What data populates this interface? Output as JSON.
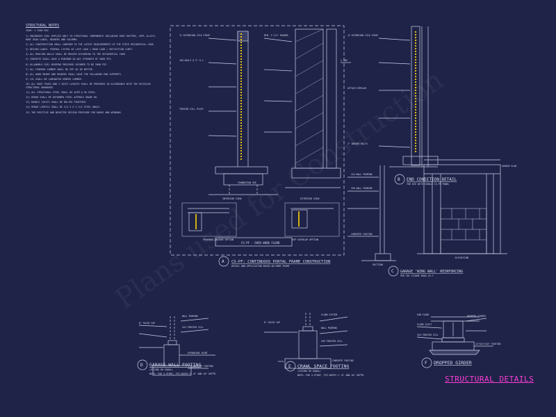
{
  "sheet_title": "STRUCTURAL DETAILS",
  "watermark": "Plans used for Construction",
  "notes": {
    "heading": "STRUCTURAL NOTES",
    "subheading": "YEAR: 1 YEAR REV",
    "paragraphs": [
      "1) ENGINEERS SEAL APPLIES ONLY TO STRUCTURAL COMPONENTS INCLUDING ROOF RAFTERS, APPL ALLEYS, ROOF DEAD LOADS, HEADERS AND COLUMNS.",
      "2) ALL CONSTRUCTION SHALL CONFORM TO THE LATEST REQUIREMENTS OF THE STATE RESIDENTIAL CODE.",
      "3) DESIGN LOADS: FEDERAL LISTED AS LIVE LOAD / DEAD LOAD / DEFLECTION LIMIT.",
      "4) ALL BRACING WALLS SHALL BE BRACED ACCORDING TO THE RESIDENTIAL CODE.",
      "5) CONCRETE SHALL HAVE A MINIMUM 28 DAY STRENGTH OF 3000 PSI.",
      "6) ALLOWABLE SOIL BEARING PRESSURE ASSUMED TO BE 2000 PSF.",
      "7) ALL FRAMING LUMBER SHALL BE SPF #2 OR BETTER.",
      "8) ALL WOOD BEAMS AND HEADERS SHALL HAVE THE FOLLOWING END SUPPORTS.",
      "9) LVL SHALL BE LAMINATED VENEER LUMBER.",
      "10) ALL ROOF TRUSS AND I-JOIST LAYOUTS SHALL BE PREPARED IN ACCORDANCE WITH THE DETAILED STRUCTURAL DRAWINGS.",
      "11) ALL STRUCTURAL STEEL SHALL BE ASTM A-36 STEEL.",
      "12) REBAR SHALL BE DEFORMED STEEL ASTM615 GRADE 60.",
      "13) DOUBLE JOISTS SHALL BE BOLTED TOGETHER.",
      "14) REBAR LINTELS SHALL BE 3/4 X 6 X 3/4 STEEL ANGLE.",
      "15) THE POSITIVE AND NEGATIVE DESIGN PRESSURE FOR DOORS AND WINDOWS."
    ]
  },
  "details": {
    "portal": {
      "marker": "A",
      "title": "CS-PF: CONTINUOUS PORTAL FRAME CONSTRUCTION",
      "subtitle": "DETAIL AND APPLICATION BASED ON HOME FRAME",
      "interior_view": "INTERIOR VIEW",
      "exterior_view": "EXTERIOR VIEW",
      "anchor_label": "FRAMING ANCHOR OPTION",
      "overlap_label": "SSP OVERLAP OPTION",
      "sub_caption": "CS-PF - OVER WOOD FLOOR",
      "labels": [
        "12 EXTENSION CS16 STRAP",
        "16D NAILS @ 3\" O.C.",
        "MIN. 3 1/2\" HEADER",
        "TREATED SILL PLATE",
        "FOUNDATION SEE",
        "2 16D"
      ]
    },
    "end_condition": {
      "marker": "B",
      "title": "END CONDITION DETAIL",
      "subtitle": "FOR USE WITH SINGLE CS-PF PANEL",
      "labels": [
        "12 EXTENSION CS16 STRAP",
        "ATTACH SIMILAR",
        "2\" ANCHOR BOLTS"
      ]
    },
    "wing_wall": {
      "marker": "C",
      "title": "GARAGE 'WING WALL' REINFORCING",
      "subtitle": "PER IRC FIGURE R602.10.7",
      "section_label": "SECTION",
      "elevation_label": "ELEVATION",
      "labels": [
        "2X4 WALL FRAMING",
        "2X6 WALL FRAMING",
        "CONCRETE FOOTING",
        "GARAGE SLAB"
      ]
    },
    "garage_footing": {
      "marker": "D",
      "title": "GARAGE WALL FOOTING",
      "subtitle": "(SIZING OR EQUAL)",
      "note": "NOTE: FOR 3-STORY, FTG WIDTH 1'-8\" AND 10\" DEPTH",
      "labels": [
        "8\" SOLID CAP",
        "WALL FRAMING",
        "2X4 TREATED SILL",
        "EXPANSION JOINT",
        "CONCRETE FOOTING"
      ]
    },
    "crawl_footing": {
      "marker": "E",
      "title": "CRAWL SPACE FOOTING",
      "subtitle": "(SIZING OR EQUAL)",
      "note": "NOTE: FOR 3-STORY, FTG WIDTH 1'-8\" AND 10\" DEPTH",
      "labels": [
        "8\" SOLID CAP",
        "FLOOR SYSTEM",
        "WALL FRAMING",
        "2X6 TREATED SILL",
        "CONCRETE FOOTING"
      ]
    },
    "dropped_girder": {
      "marker": "F",
      "title": "DROPPED GIRDER",
      "labels": [
        "SUB FLOOR",
        "FLOOR JOIST",
        "DROPPED GIRDER",
        "2X4 TREATED SILL",
        "24\"X24\"X10\" FOOTING"
      ]
    }
  }
}
